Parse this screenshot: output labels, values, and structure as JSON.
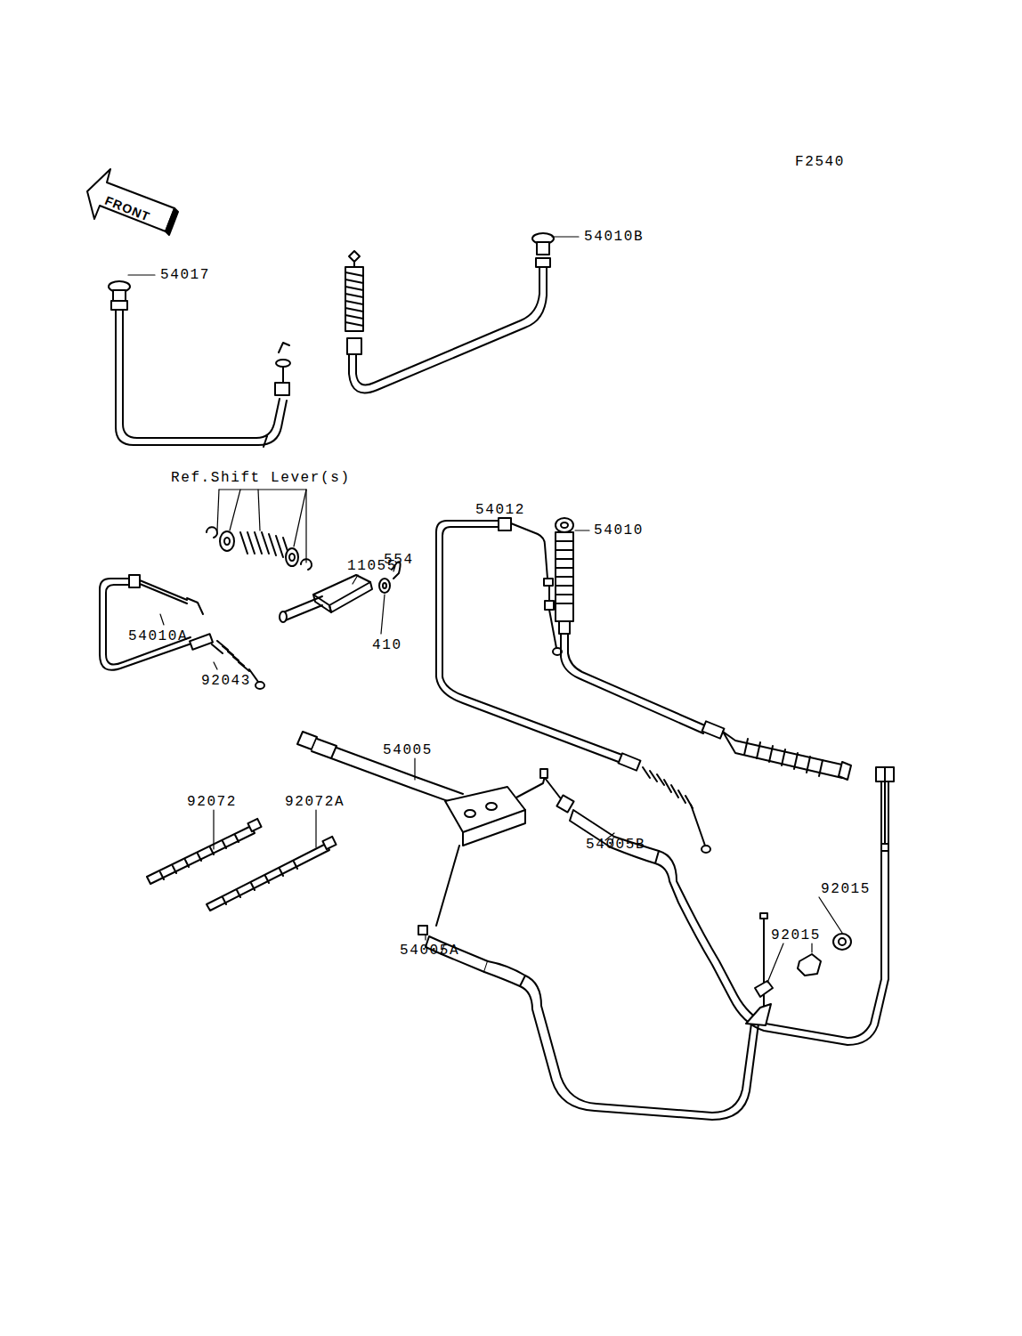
{
  "diagram": {
    "labels": [
      "F2540",
      "FRONT",
      "54017",
      "54010B",
      "Ref.Shift Lever(s)",
      "54012",
      "54010",
      "554",
      "11055",
      "410",
      "54010A",
      "92043",
      "54005",
      "92072",
      "92072A",
      "54005B",
      "54005A",
      "92015",
      "92015"
    ]
  }
}
